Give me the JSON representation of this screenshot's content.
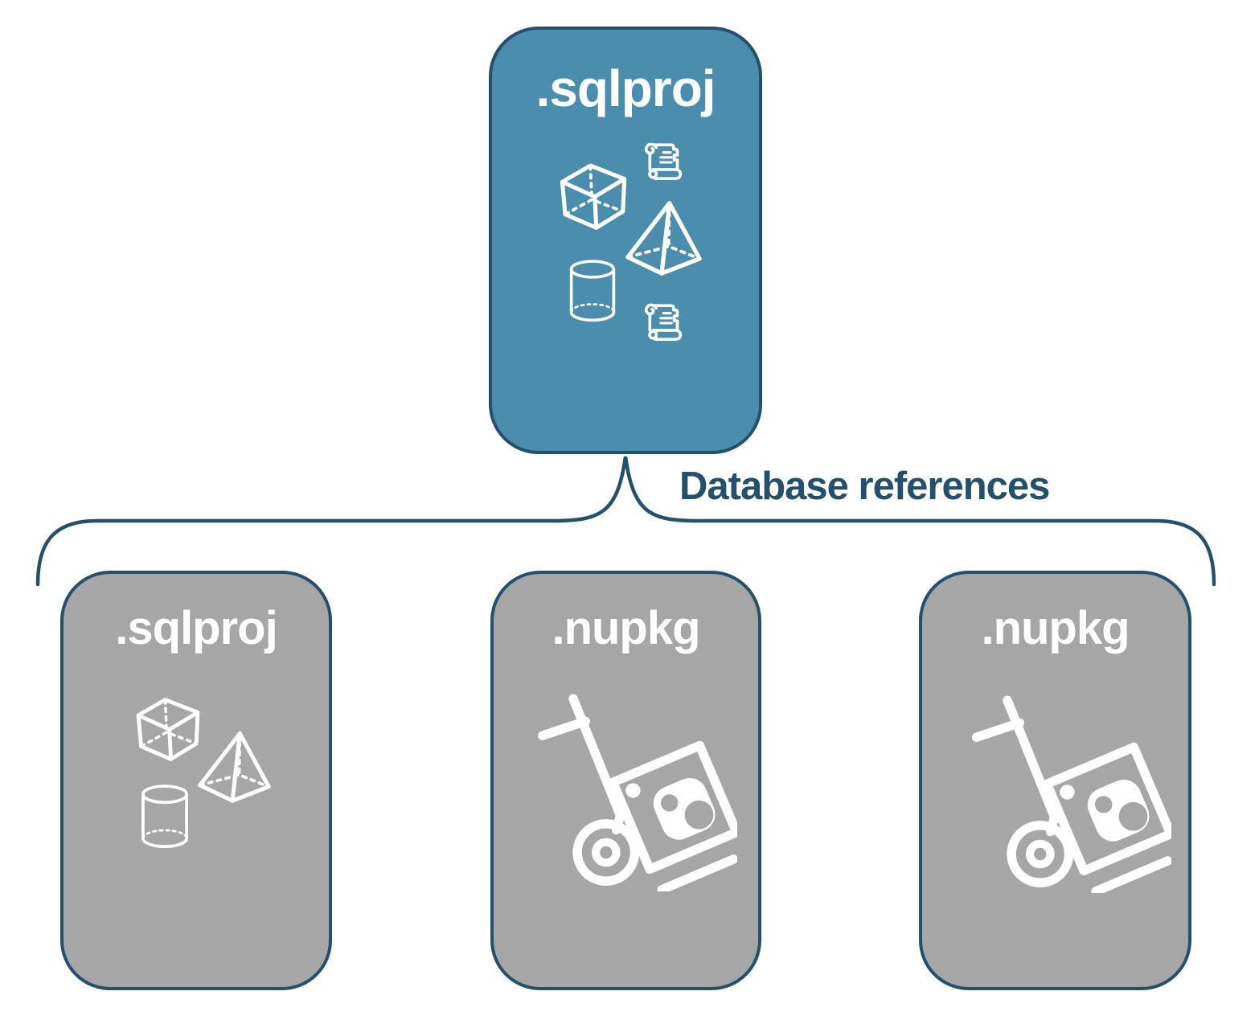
{
  "colors": {
    "node-primary-fill": "#4a8dac",
    "node-secondary-fill": "#a6a6a6",
    "node-border": "#25506b",
    "connector-stroke": "#25506b",
    "connector-label-text": "#25506b",
    "icon-stroke": "#ffffff",
    "node-title-text": "#ffffff",
    "background": "#ffffff"
  },
  "diagram": {
    "root_node": {
      "label": ".sqlproj",
      "icons": [
        "cube-icon",
        "scroll-icon",
        "pyramid-icon",
        "cylinder-icon",
        "scroll-icon"
      ]
    },
    "connector": {
      "label": "Database references"
    },
    "child_nodes": [
      {
        "label": ".sqlproj",
        "icons": [
          "cube-icon",
          "pyramid-icon",
          "cylinder-icon"
        ]
      },
      {
        "label": ".nupkg",
        "icons": [
          "handtruck-package-icon"
        ]
      },
      {
        "label": ".nupkg",
        "icons": [
          "handtruck-package-icon"
        ]
      }
    ]
  }
}
